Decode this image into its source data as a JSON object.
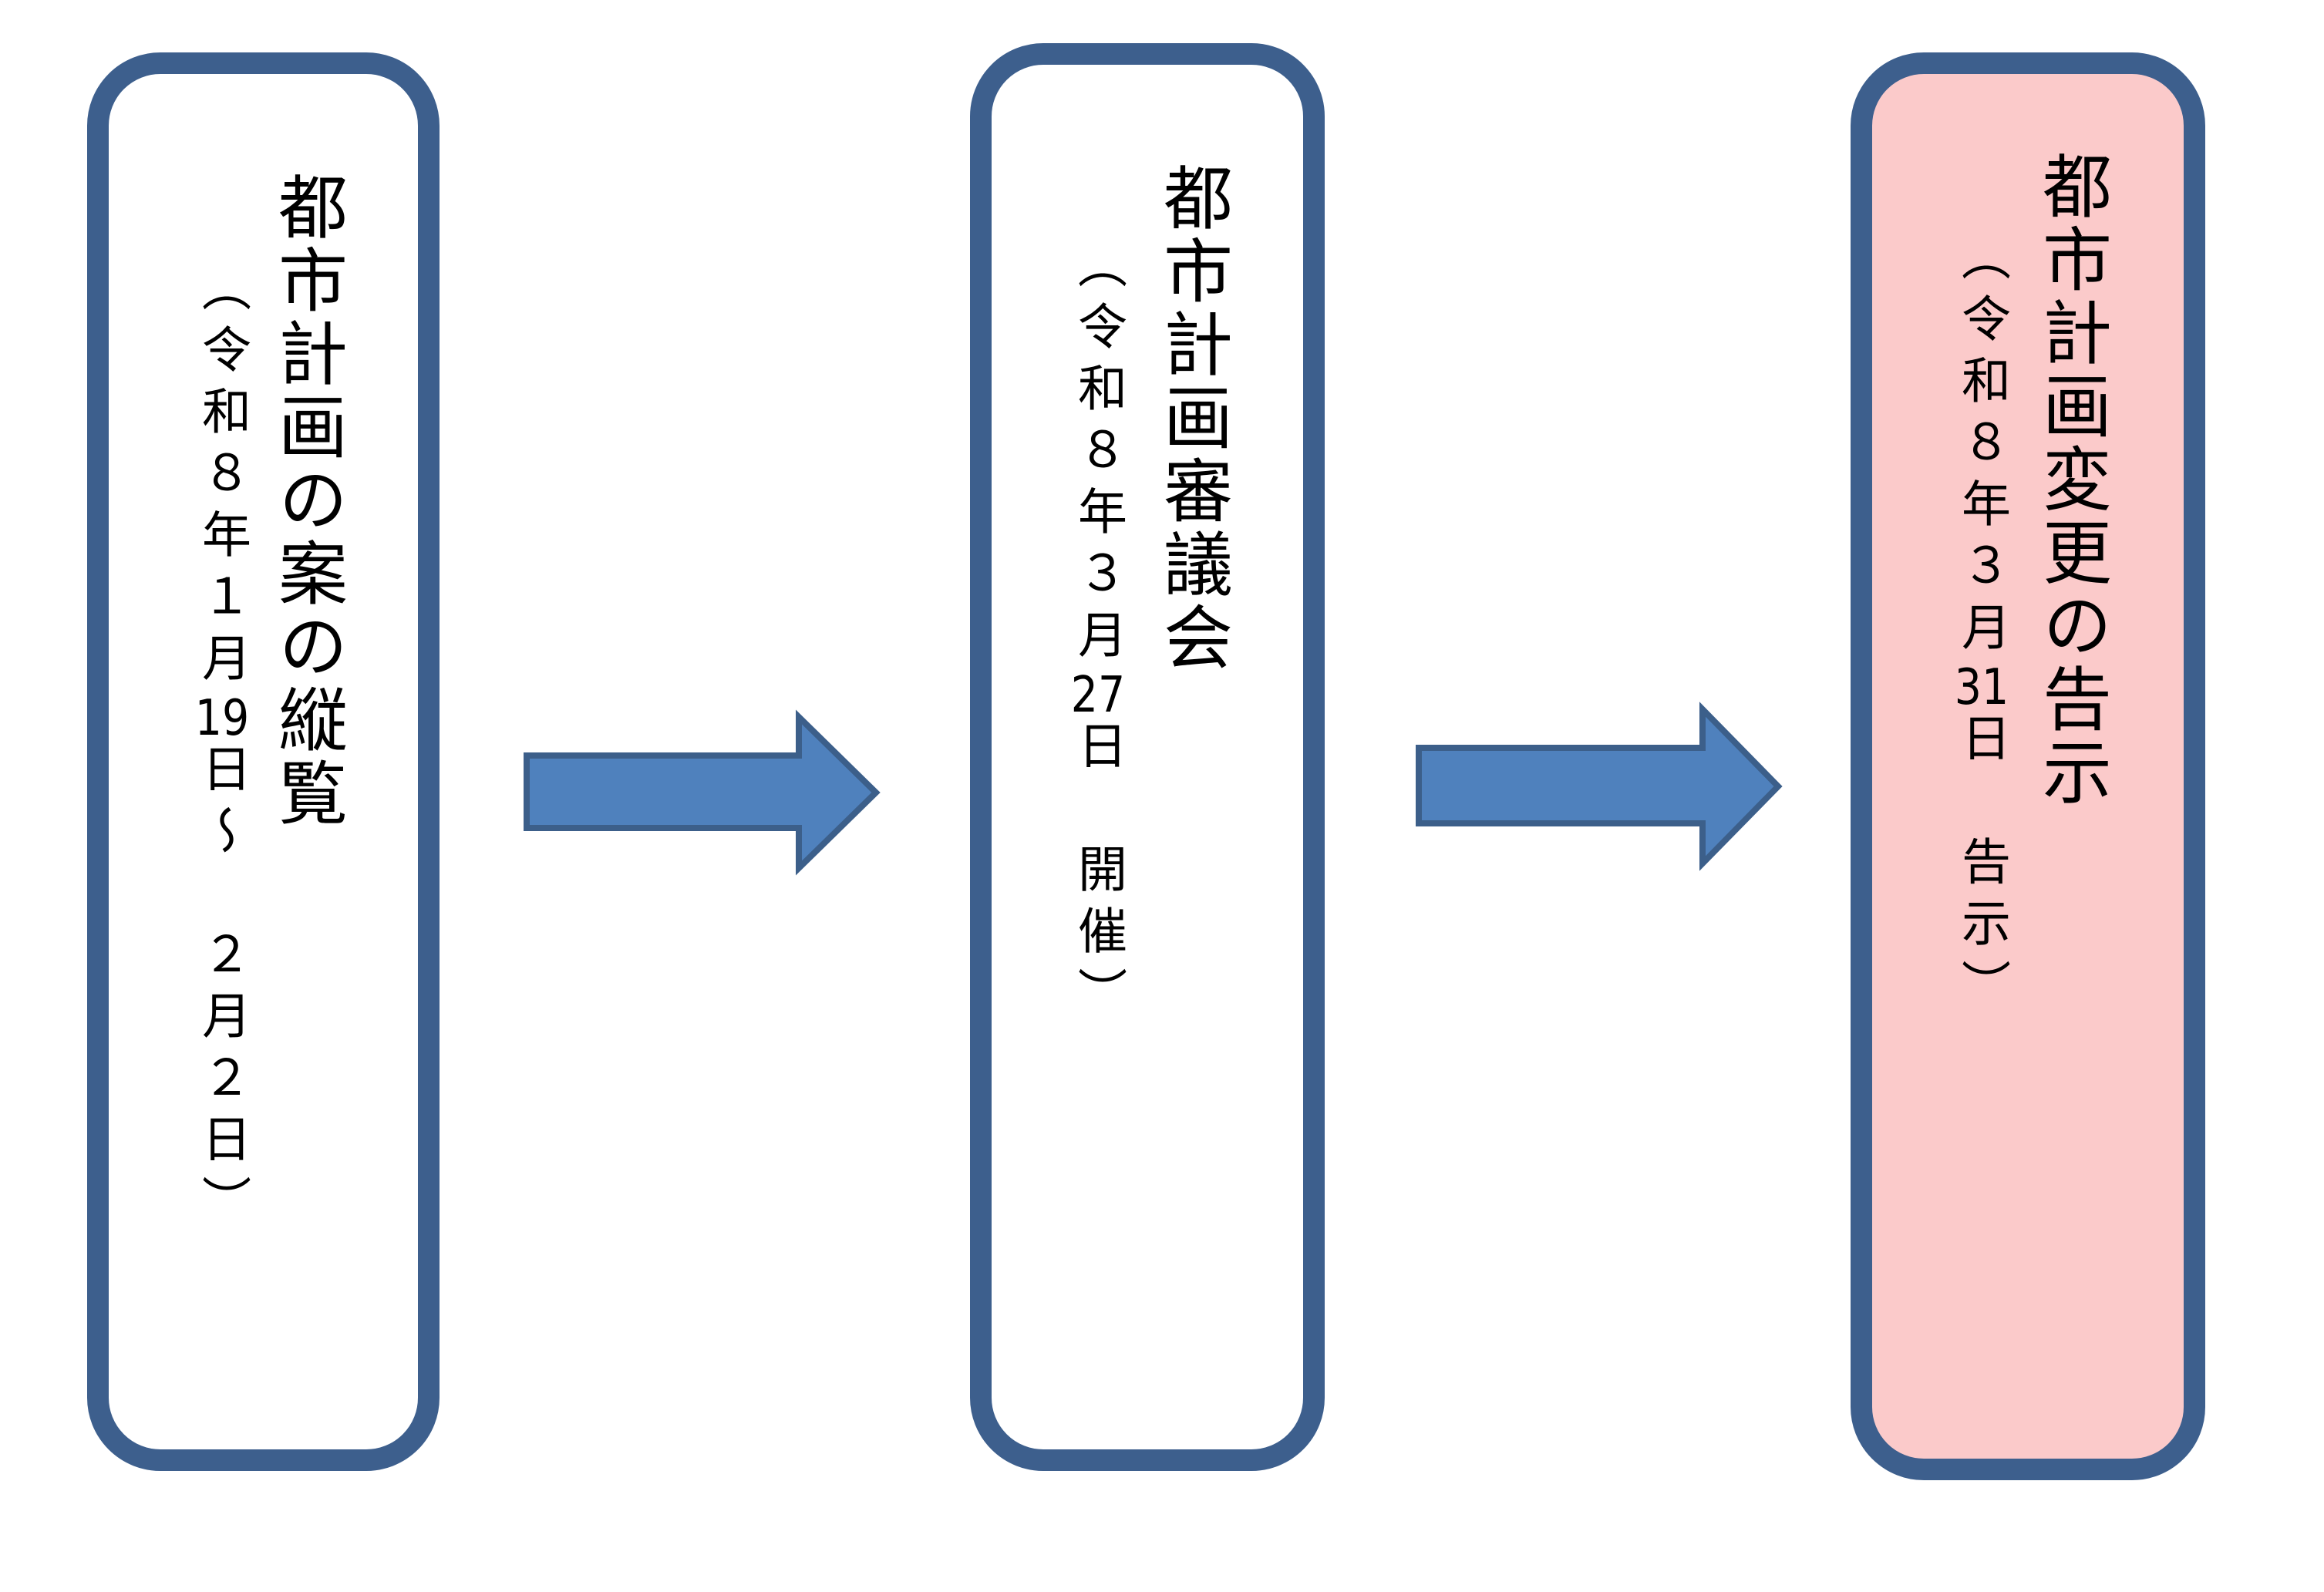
{
  "steps": [
    {
      "title": "都市計画の案の縦覧",
      "subtitle": "（令和８年１月19日～　２月２日）"
    },
    {
      "title": "都市計画審議会",
      "subtitle": "（令和８年３月27日　開催）"
    },
    {
      "title": "都市計画変更の告示",
      "subtitle": "（令和８年３月31日　告示）"
    }
  ],
  "colors": {
    "border": "#3d5f8d",
    "arrow_fill": "#4f81bd",
    "arrow_stroke": "#3c5f8a",
    "highlight": "#fbcaca"
  }
}
